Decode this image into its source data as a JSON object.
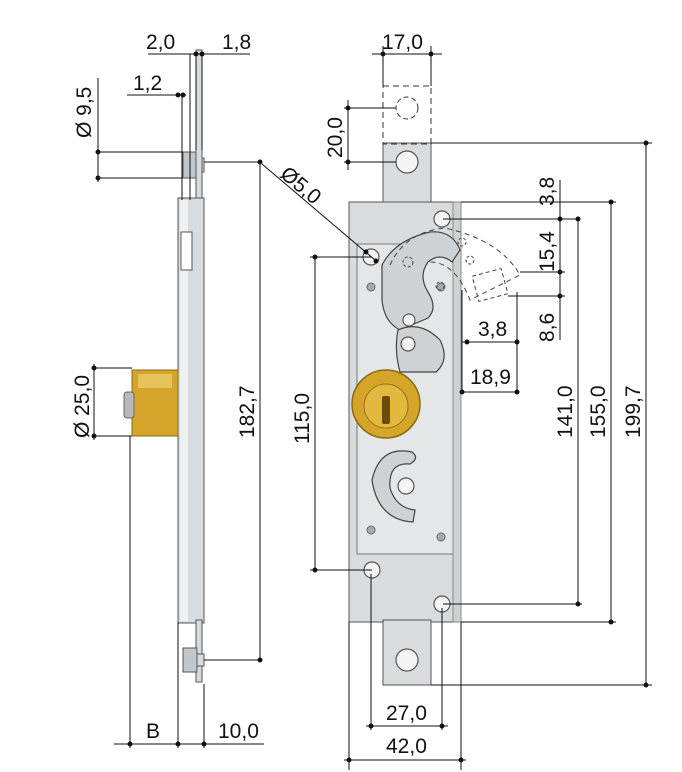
{
  "dimensions": {
    "d_2_0": "2,0",
    "d_1_8": "1,8",
    "d_1_2": "1,2",
    "d_dia_9_5": "Ø 9,5",
    "d_dia_25_0": "Ø 25,0",
    "d_182_7": "182,7",
    "d_b": "B",
    "d_10_0": "10,0",
    "d_17_0": "17,0",
    "d_20_0": "20,0",
    "d_dia_5_0": "Ø5,0",
    "d_3_8_top": "3,8",
    "d_15_4": "15,4",
    "d_8_6": "8,6",
    "d_3_8_mid": "3,8",
    "d_18_9": "18,9",
    "d_115_0": "115,0",
    "d_141_0": "141,0",
    "d_155_0": "155,0",
    "d_199_7": "199,7",
    "d_27_0": "27,0",
    "d_42_0": "42,0"
  },
  "colors": {
    "plate": "#d9dcdf",
    "plate_dark": "#c3c7cb",
    "brass": "#d4a52a",
    "brass_dark": "#a87d12",
    "line": "#111111"
  }
}
